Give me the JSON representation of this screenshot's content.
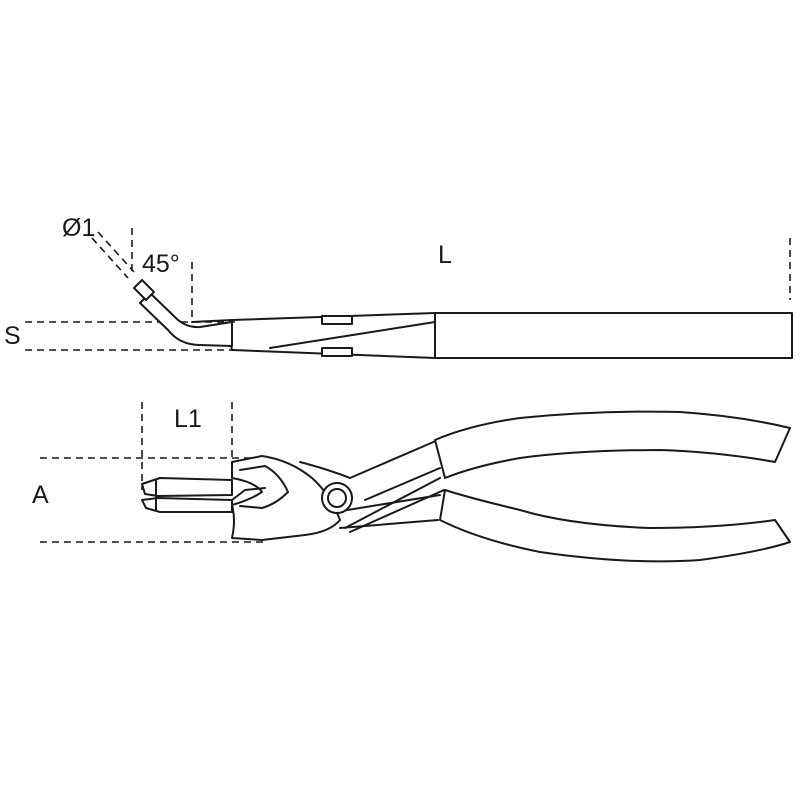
{
  "labels": {
    "diameter": "Ø1",
    "angle": "45°",
    "length": "L",
    "thickness": "S",
    "tip_length": "L1",
    "opening": "A"
  },
  "colors": {
    "line": "#1a1a1a",
    "background": "#ffffff"
  }
}
